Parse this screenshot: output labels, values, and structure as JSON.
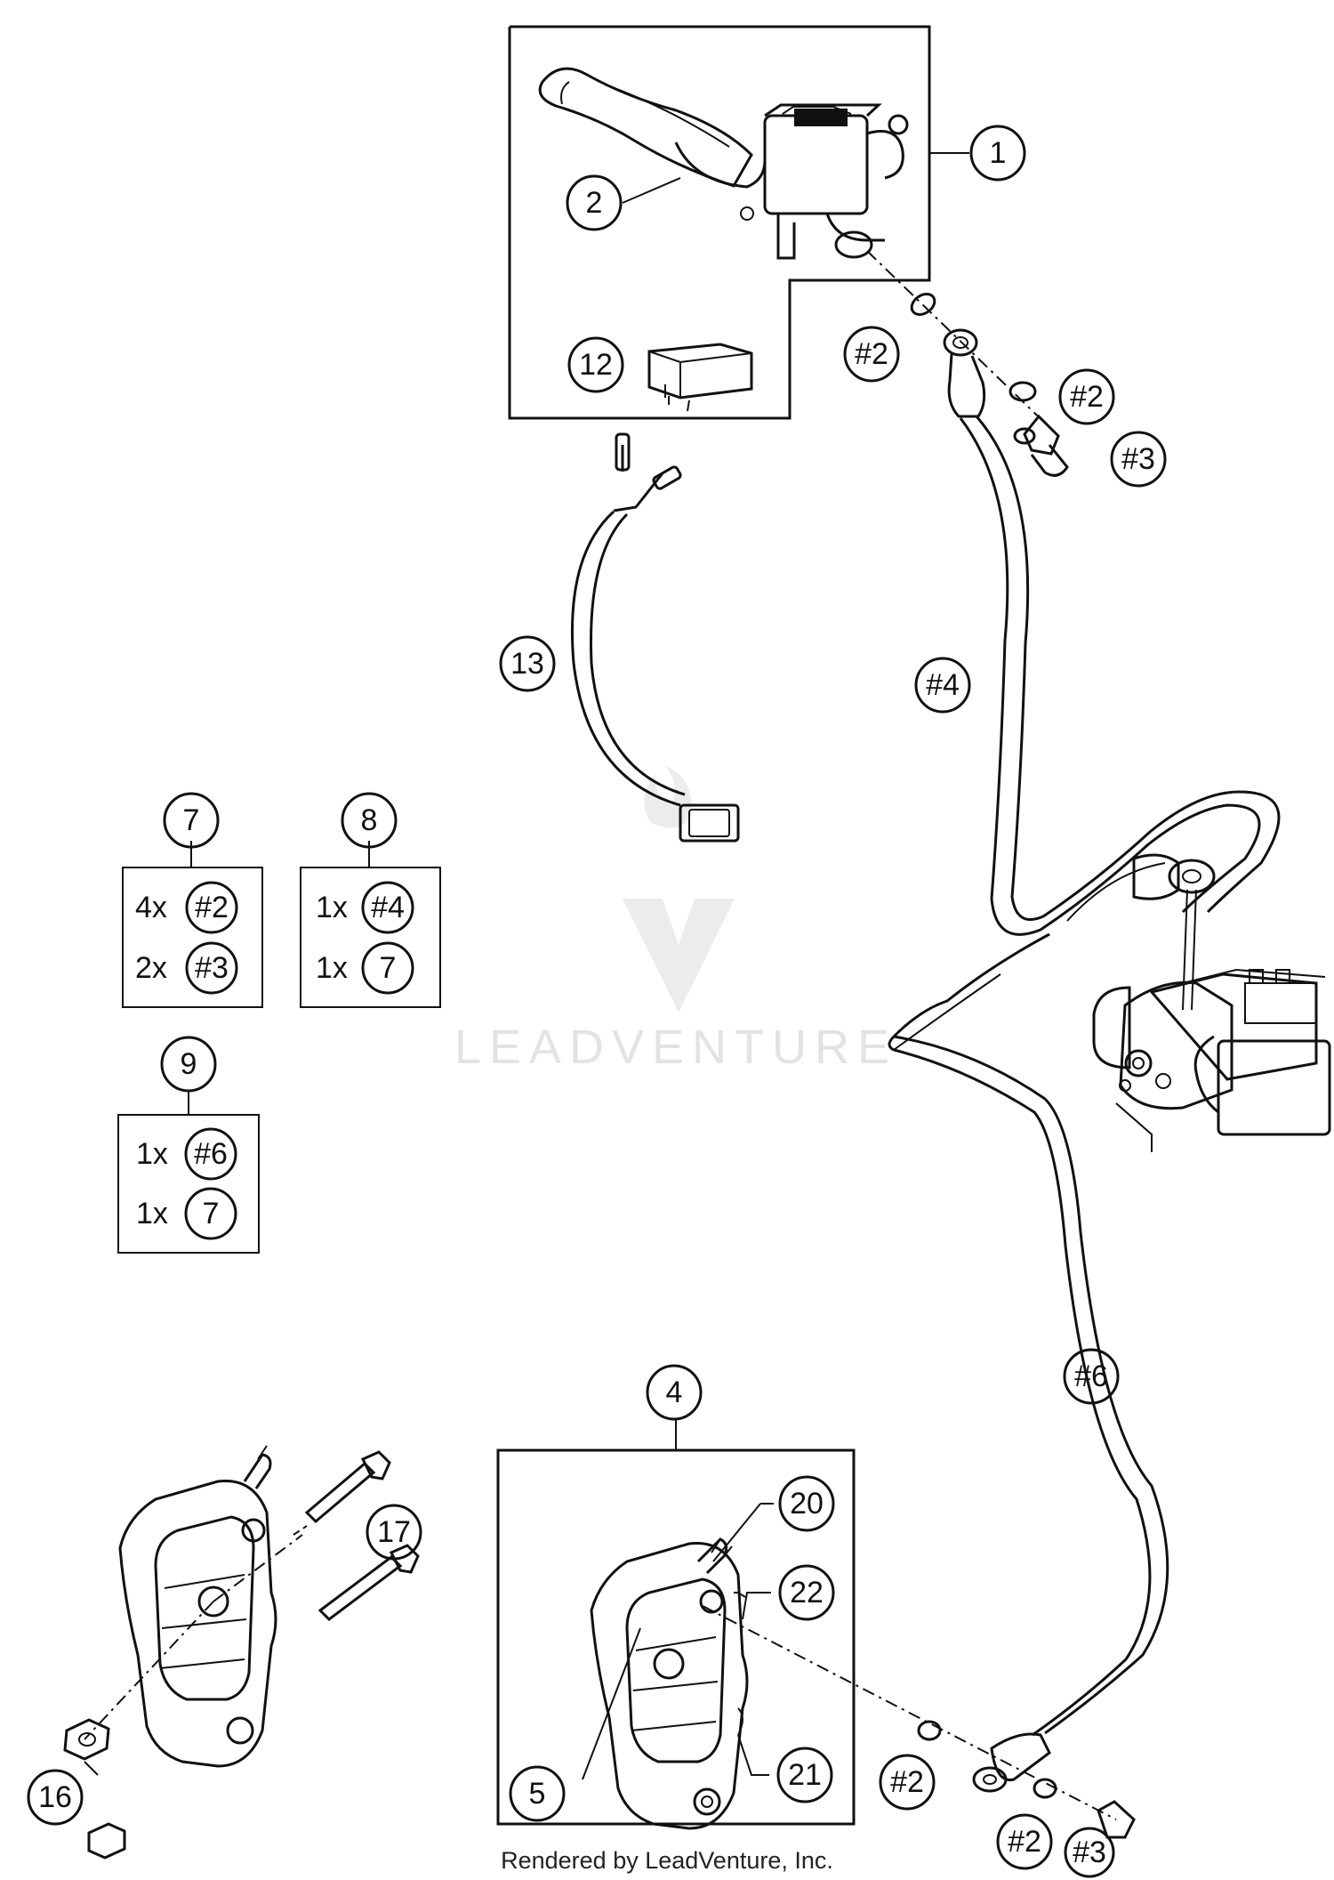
{
  "watermark": {
    "brand": "LEADVENTURE"
  },
  "footer": {
    "text": "Rendered by LeadVenture, Inc."
  },
  "callouts": {
    "c1": "1",
    "c2": "2",
    "c12": "12",
    "c13": "13",
    "c7": "7",
    "c8": "8",
    "c9": "9",
    "c4": "4",
    "c5": "5",
    "c16": "16",
    "c17": "17",
    "c20": "20",
    "c21": "21",
    "c22": "22",
    "p2a": "#2",
    "p2b": "#2",
    "p3a": "#3",
    "p4": "#4",
    "p6": "#6",
    "p2c": "#2",
    "p2d": "#2",
    "p3b": "#3"
  },
  "kits": {
    "k7": {
      "rows": [
        {
          "qty": "4x",
          "ref": "#2"
        },
        {
          "qty": "2x",
          "ref": "#3"
        }
      ]
    },
    "k8": {
      "rows": [
        {
          "qty": "1x",
          "ref": "#4"
        },
        {
          "qty": "1x",
          "ref": "7"
        }
      ]
    },
    "k9": {
      "rows": [
        {
          "qty": "1x",
          "ref": "#6"
        },
        {
          "qty": "1x",
          "ref": "7"
        }
      ]
    }
  },
  "colors": {
    "ink": "#111111",
    "watermark": "#e3e3e3"
  }
}
